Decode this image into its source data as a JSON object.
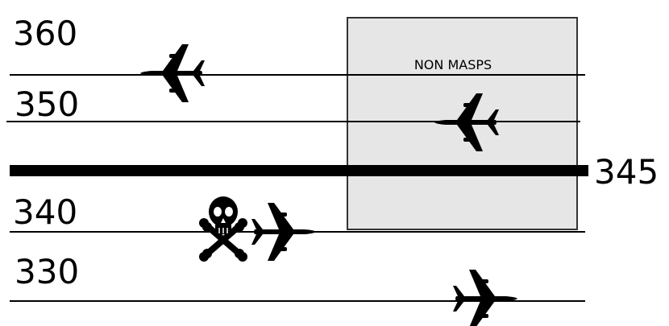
{
  "flight_levels": {
    "fl360": "360",
    "fl350": "350",
    "fl345": "345",
    "fl340": "340",
    "fl330": "330"
  },
  "non_masps_box": {
    "label": "NON MASPS",
    "fill_color": "#e6e6e6",
    "border_color": "#333333"
  },
  "aircraft": [
    {
      "name": "aircraft-fl360",
      "icon": "airplane-icon",
      "heading": "left"
    },
    {
      "name": "aircraft-fl350-non-masps",
      "icon": "airplane-icon",
      "heading": "left"
    },
    {
      "name": "aircraft-fl340",
      "icon": "airplane-icon",
      "heading": "right"
    },
    {
      "name": "aircraft-fl330",
      "icon": "airplane-icon",
      "heading": "right"
    }
  ],
  "hazard_icon": "skull-and-crossbones-icon",
  "colors": {
    "line": "#000000",
    "background": "#ffffff"
  }
}
